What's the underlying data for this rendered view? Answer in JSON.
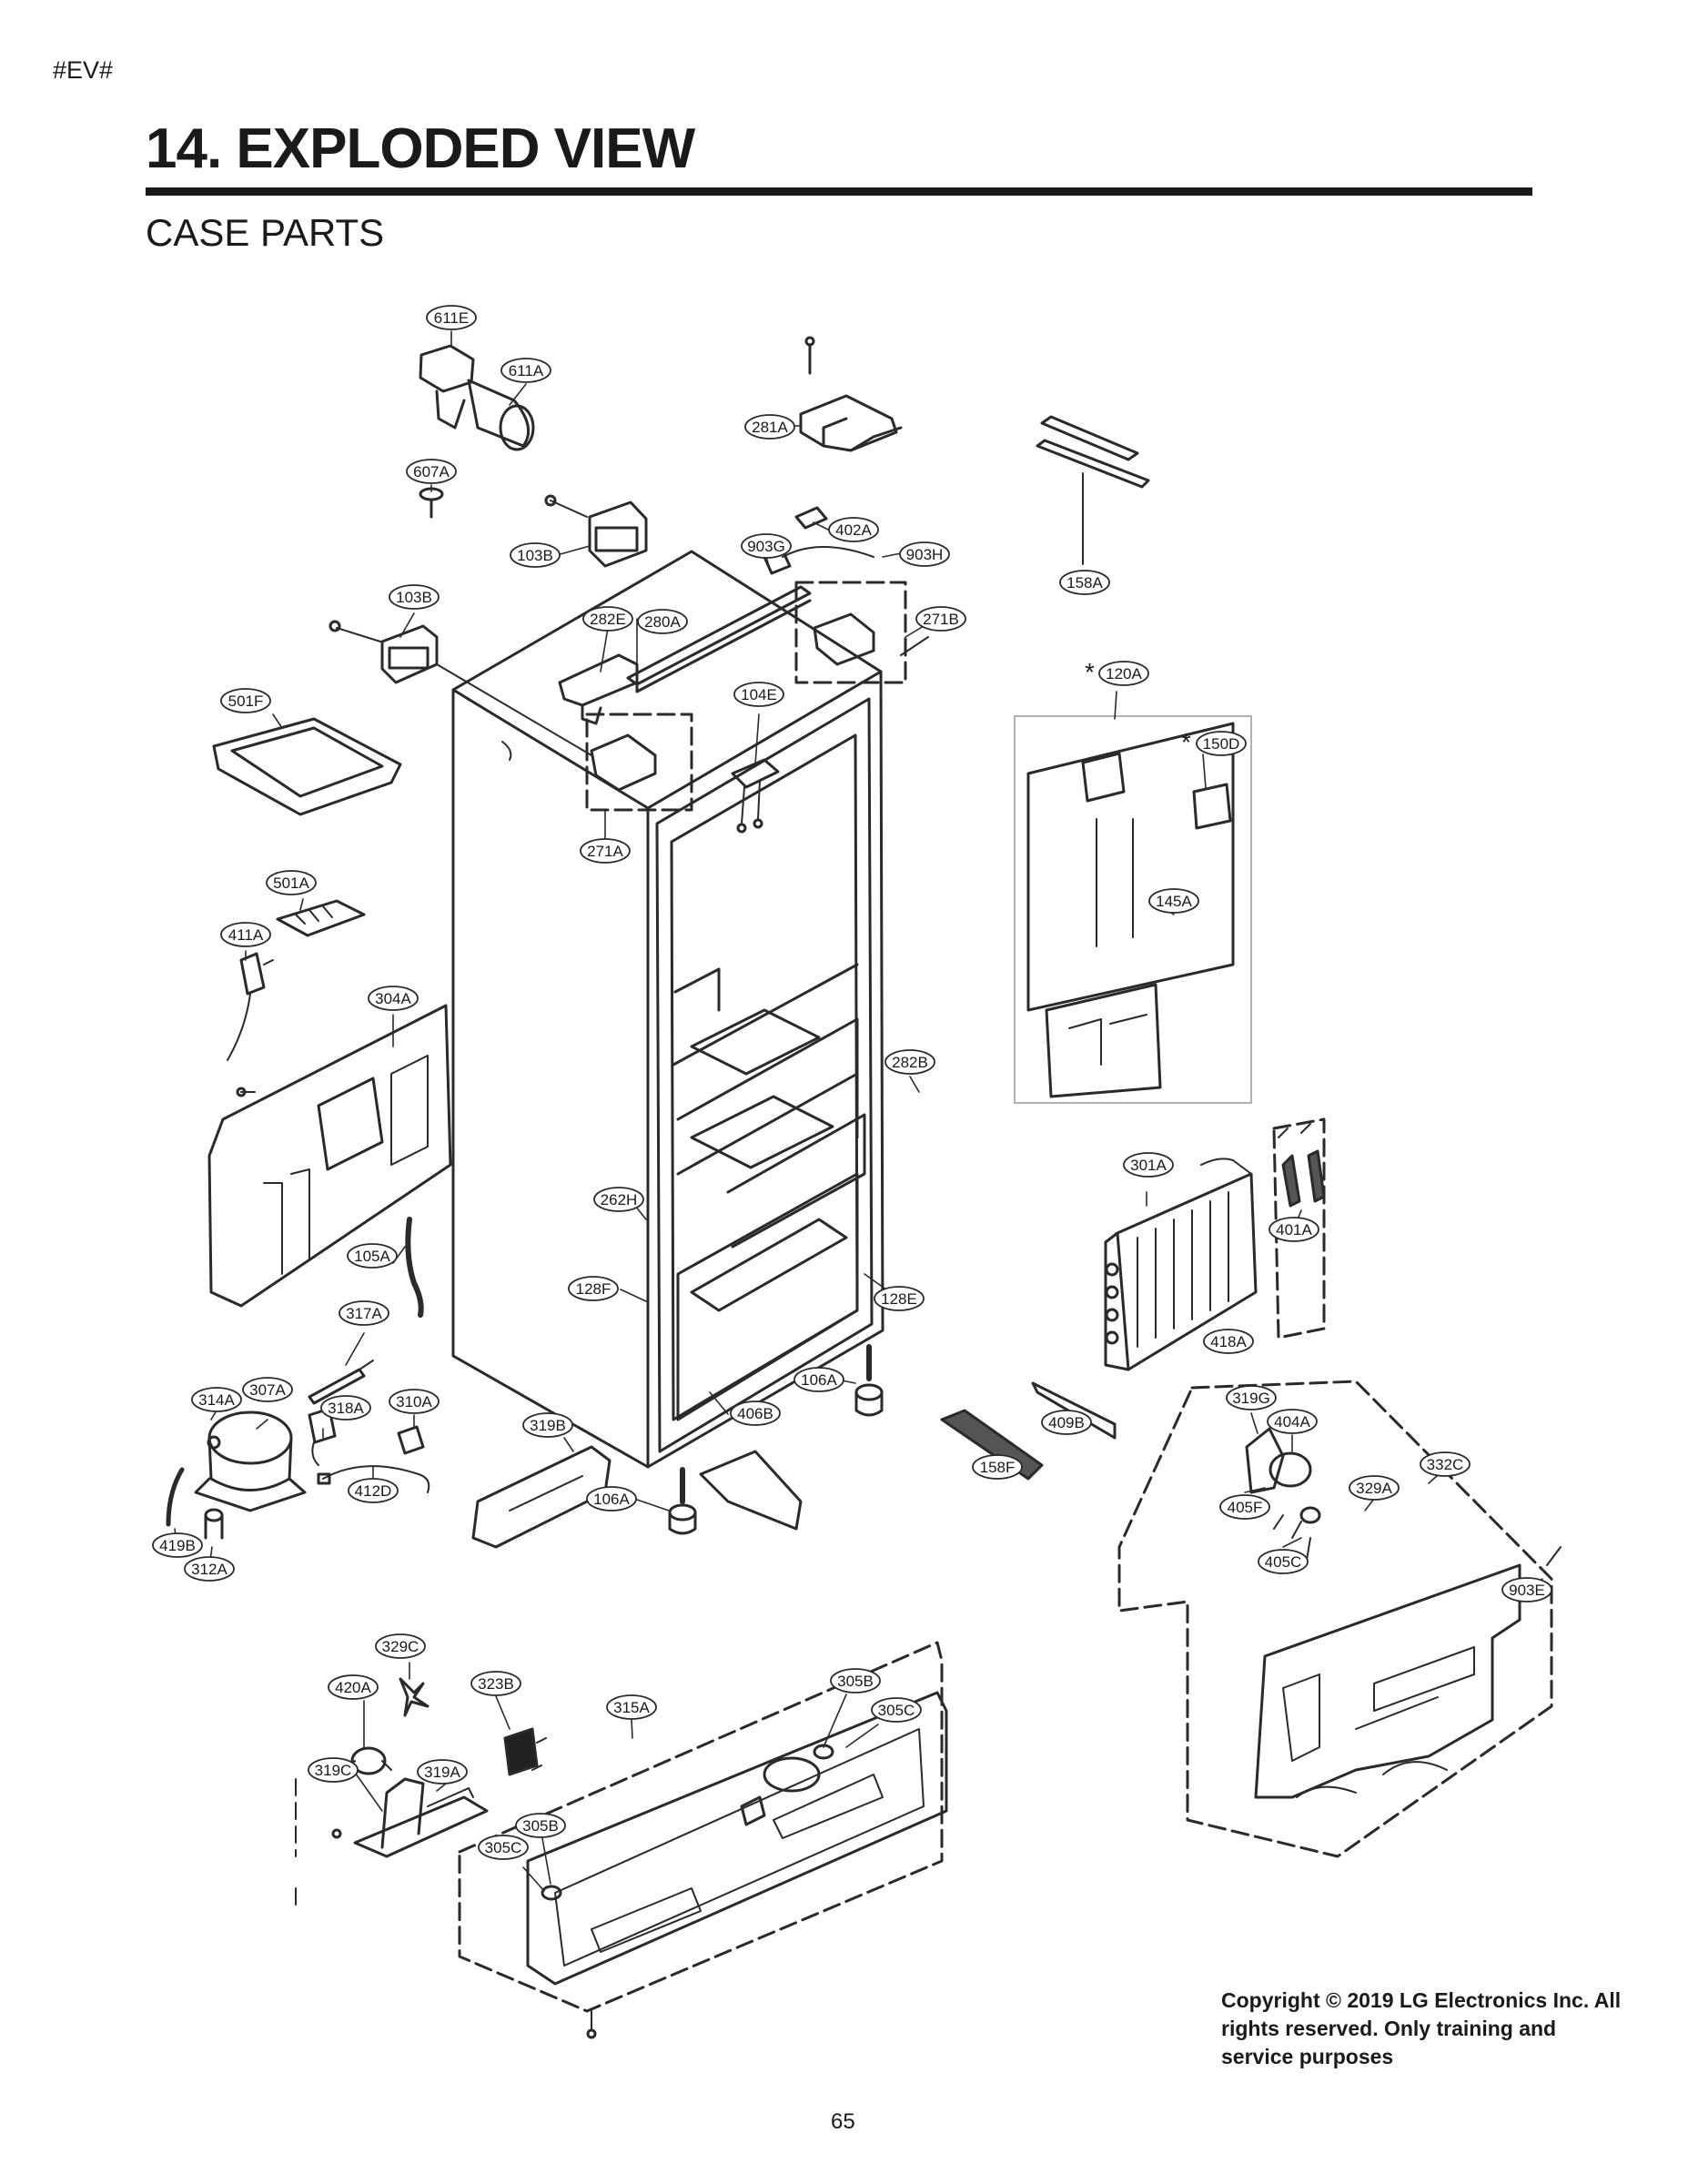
{
  "header": {
    "tag": "#EV#",
    "title": "14. EXPLODED VIEW",
    "subtitle": "CASE PARTS"
  },
  "callouts": [
    {
      "id": "611E"
    },
    {
      "id": "611A"
    },
    {
      "id": "607A"
    },
    {
      "id": "281A"
    },
    {
      "id": "402A"
    },
    {
      "id": "903G"
    },
    {
      "id": "903H"
    },
    {
      "id": "103B"
    },
    {
      "id": "103B"
    },
    {
      "id": "282E"
    },
    {
      "id": "280A"
    },
    {
      "id": "271B"
    },
    {
      "id": "158A"
    },
    {
      "id": "120A"
    },
    {
      "id": "150D"
    },
    {
      "id": "501F"
    },
    {
      "id": "104E"
    },
    {
      "id": "271A"
    },
    {
      "id": "501A"
    },
    {
      "id": "411A"
    },
    {
      "id": "304A"
    },
    {
      "id": "145A"
    },
    {
      "id": "282B"
    },
    {
      "id": "301A"
    },
    {
      "id": "401A"
    },
    {
      "id": "262H"
    },
    {
      "id": "105A"
    },
    {
      "id": "128F"
    },
    {
      "id": "128E"
    },
    {
      "id": "418A"
    },
    {
      "id": "317A"
    },
    {
      "id": "106A"
    },
    {
      "id": "406B"
    },
    {
      "id": "409B"
    },
    {
      "id": "319G"
    },
    {
      "id": "404A"
    },
    {
      "id": "314A"
    },
    {
      "id": "307A"
    },
    {
      "id": "318A"
    },
    {
      "id": "310A"
    },
    {
      "id": "319B"
    },
    {
      "id": "158F"
    },
    {
      "id": "332C"
    },
    {
      "id": "412D"
    },
    {
      "id": "106A"
    },
    {
      "id": "405F"
    },
    {
      "id": "329A"
    },
    {
      "id": "419B"
    },
    {
      "id": "405C"
    },
    {
      "id": "312A"
    },
    {
      "id": "903E"
    },
    {
      "id": "329C"
    },
    {
      "id": "420A"
    },
    {
      "id": "323B"
    },
    {
      "id": "305B"
    },
    {
      "id": "315A"
    },
    {
      "id": "305C"
    },
    {
      "id": "319A"
    },
    {
      "id": "319C"
    },
    {
      "id": "305B"
    },
    {
      "id": "305C"
    }
  ],
  "asterisks": [
    "*",
    "*"
  ],
  "copyright": "Copyright © 2019 LG Electronics Inc. All rights reserved. Only training and service purposes",
  "page_number": "65"
}
